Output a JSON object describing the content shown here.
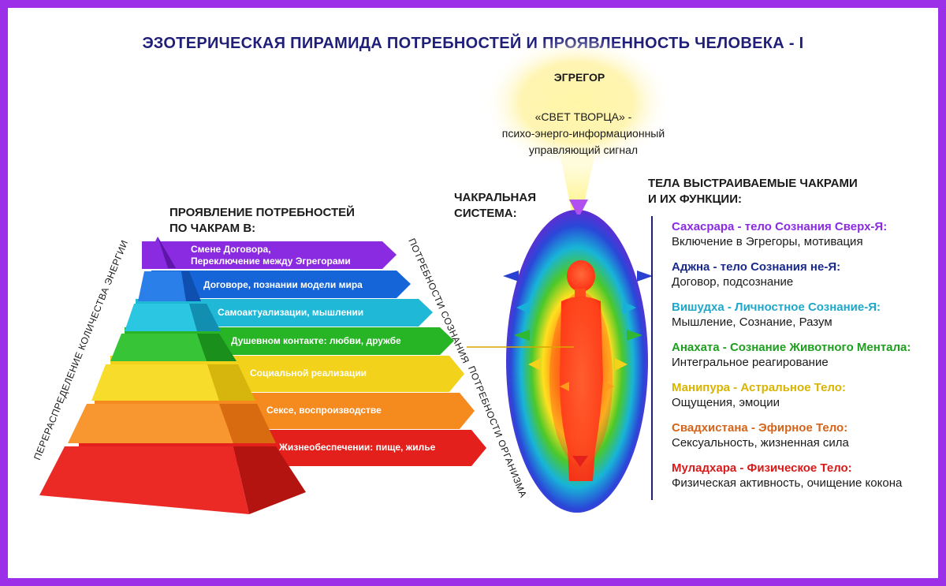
{
  "title": "ЭЗОТЕРИЧЕСКАЯ ПИРАМИДА ПОТРЕБНОСТЕЙ И ПРОЯВЛЕННОСТЬ ЧЕЛОВЕКА - I",
  "pyramid": {
    "heading_line1": "ПРОЯВЛЕНИЕ ПОТРЕБНОСТЕЙ",
    "heading_line2": "ПО ЧАКРАМ В:",
    "levels": [
      {
        "label_line1": "Смене Договора,",
        "label_line2": "Переключение между Эгрегорами",
        "color": "#8a2be2"
      },
      {
        "label_line1": "Договоре, познании модели мира",
        "label_line2": "",
        "color": "#1565d8"
      },
      {
        "label_line1": "Самоактуализации, мышлении",
        "label_line2": "",
        "color": "#1fb8d6"
      },
      {
        "label_line1": "Душевном контакте: любви, дружбе",
        "label_line2": "",
        "color": "#27b526"
      },
      {
        "label_line1": "Социальной реализации",
        "label_line2": "",
        "color": "#f2d21a"
      },
      {
        "label_line1": "Сексе, воспроизводстве",
        "label_line2": "",
        "color": "#f58a1f"
      },
      {
        "label_line1": "Жизнеобеспечении: пище, жилье",
        "label_line2": "",
        "color": "#e3201b"
      }
    ],
    "left_side_text": "ПЕРЕРАСПРЕДЕЛЕНИЕ КОЛИЧЕСТВА ЭНЕРГИИ",
    "right_upper_text": "ПОТРЕБНОСТИ СОЗНАНИЯ",
    "right_lower_text": "ПОТРЕБНОСТИ ОРГАНИЗМА"
  },
  "egregor": {
    "title": "ЭГРЕГОР",
    "line1": "«СВЕТ ТВОРЦА» -",
    "line2": "психо-энерго-информационный",
    "line3": "управляющий сигнал"
  },
  "chakra_system": {
    "heading_line1": "ЧАКРАЛЬНАЯ",
    "heading_line2": "СИСТЕМА:"
  },
  "bodies": {
    "heading_line1": "ТЕЛА ВЫСТРАИВАЕМЫЕ ЧАКРАМИ",
    "heading_line2": "И ИХ ФУНКЦИИ:",
    "items": [
      {
        "name": "Сахасрара - тело Сознания Сверх-Я:",
        "func": "Включение в Эгрегоры, мотивация",
        "color": "#8a2be2"
      },
      {
        "name": "Аджна - тело Сознания не-Я:",
        "func": "Договор, подсознание",
        "color": "#1a2a8c"
      },
      {
        "name": "Вишудха - Личностное Сознание-Я:",
        "func": "Мышление, Сознание, Разум",
        "color": "#1fa8c9"
      },
      {
        "name": "Анахата - Сознание Животного Ментала:",
        "func": "Интегральное реагирование",
        "color": "#1e9e1e"
      },
      {
        "name": "Манипура - Астральное Тело:",
        "func": "Ощущения, эмоции",
        "color": "#d9b400"
      },
      {
        "name": "Свадхистана - Эфирное Тело:",
        "func": "Сексуальность, жизненная сила",
        "color": "#d4641a"
      },
      {
        "name": "Муладхара - Физическое Тело:",
        "func": "Физическая активность, очищение кокона",
        "color": "#d91a1a"
      }
    ]
  }
}
